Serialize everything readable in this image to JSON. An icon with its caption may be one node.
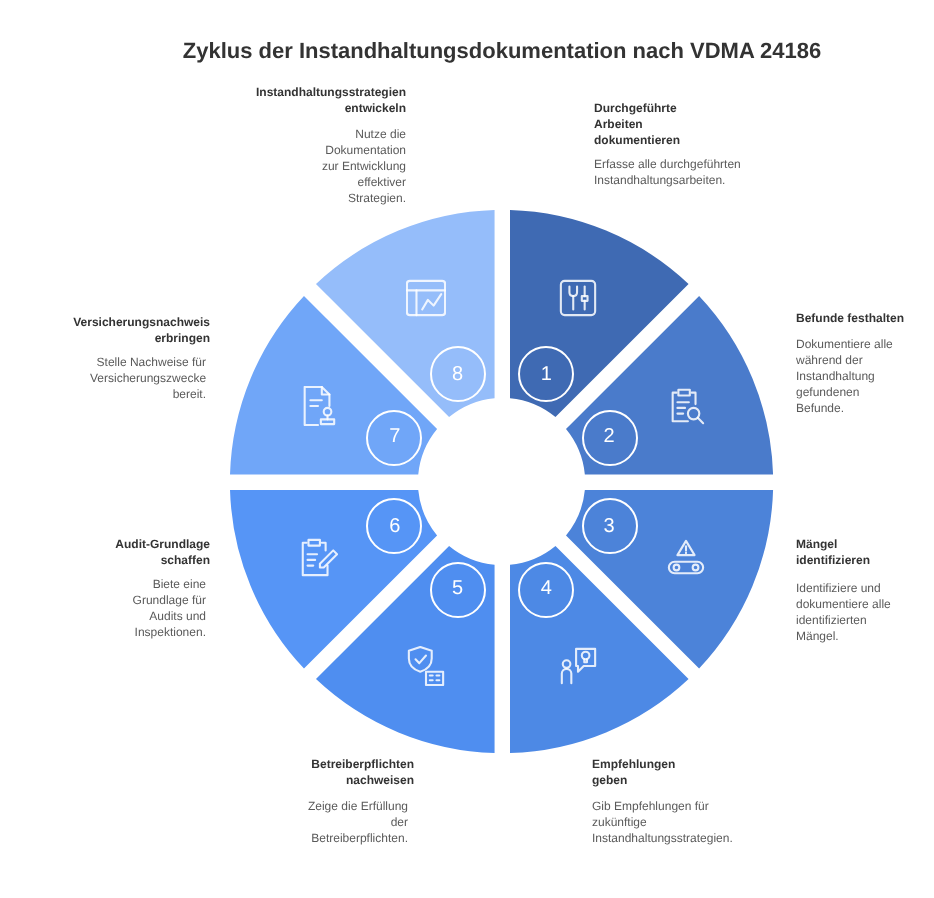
{
  "diagram": {
    "title": "Zyklus der Instandhaltungsdokumentation nach VDMA 24186",
    "nodes": [
      {
        "text": [
          "1"
        ],
        "beside": [
          "Durchgeführte Arbeiten dokumentieren",
          "Erfasse alle durchgeführten Instandhaltungsarbeiten."
        ]
      },
      {
        "text": [
          "2"
        ],
        "beside": [
          "Befunde festhalten",
          "Dokumentiere alle während der Instandhaltung gefundenen Befunde."
        ]
      },
      {
        "text": [
          "3"
        ],
        "beside": [
          "Mängel identifizieren",
          "Identifiziere und dokumentiere alle identifizierten Mängel."
        ]
      },
      {
        "text": [
          "4"
        ],
        "beside": [
          "Empfehlungen geben",
          "Gib Empfehlungen für zukünftige Instandhaltungsstrategien."
        ]
      },
      {
        "text": [
          "5"
        ],
        "beside": [
          "Betreiberpflichten nachweisen",
          "Zeige die Erfüllung der Betreiberpflichten."
        ]
      },
      {
        "text": [
          "6"
        ],
        "beside": [
          "Audit-Grundlage schaffen",
          "Biete eine Grundlage für Audits und Inspektionen."
        ]
      },
      {
        "text": [
          "7"
        ],
        "beside": [
          "Versicherungsnachweis erbringen",
          "Stelle Nachweise für Versicherungszwecke bereit."
        ]
      },
      {
        "text": [
          "8"
        ],
        "beside": [
          "Instandhaltungsstrategien entwickeln",
          "Nutze die Dokumentation zur Entwicklung effektiver Strategien."
        ]
      }
    ]
  }
}
